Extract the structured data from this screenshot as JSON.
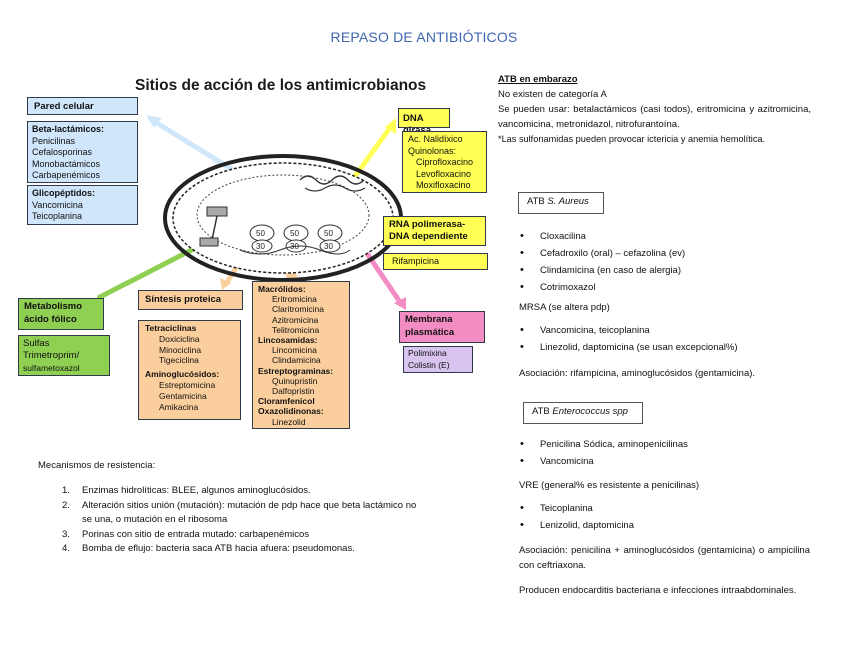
{
  "page_title": "REPASO DE ANTIBIÓTICOS",
  "diagram": {
    "title": "Sitios de acción de los antimicrobianos",
    "cell_wall": {
      "title": "Pared celular"
    },
    "betalactam": {
      "header": "Beta-lactámicos:",
      "items": [
        "Penicilinas",
        "Cefalosporinas",
        "Monobactámicos",
        "Carbapenémicos"
      ]
    },
    "glyco": {
      "header": "Glicopéptidos:",
      "items": [
        "Vancomicina",
        "Teicoplanina"
      ]
    },
    "dna_gyrase": {
      "title": "DNA girasa"
    },
    "quinolones": {
      "line1": "Ac. Nalidíxico",
      "line2": "Quinolonas:",
      "items": [
        "Ciprofloxacino",
        "Levofloxacino",
        "Moxifloxacino"
      ]
    },
    "rna_pol": {
      "title": "RNA polimerasa-DNA dependiente",
      "drug": "Rifampicina"
    },
    "folic": {
      "title": "Metabolismo ácido fólico",
      "line1": "Sulfas",
      "line2": "Trimetroprim/",
      "line3": "sulfametoxazol"
    },
    "protein": {
      "title": "Síntesis proteica"
    },
    "tetra": {
      "header": "Tetraciclinas",
      "items": [
        "Doxiciclina",
        "Minociclina",
        "Tigeciclina"
      ],
      "header2": "Aminoglucósidos:",
      "items2": [
        "Estreptomicina",
        "Gentamicina",
        "Amikacina"
      ]
    },
    "macro": {
      "groups": [
        {
          "header": "Macrólidos:",
          "items": [
            "Eritromicina",
            "Claritromicina",
            "Azitromicina",
            "Telitromicina"
          ]
        },
        {
          "header": "Lincosamidas:",
          "items": [
            "Lincomicina",
            "Clindamicina"
          ]
        },
        {
          "header": "Estreptograminas:",
          "items": [
            "Quinupristin",
            "Dalfopristin"
          ]
        },
        {
          "header": "Cloramfenicol",
          "items": []
        },
        {
          "header": "Oxazolidinonas:",
          "items": [
            "Linezolid"
          ]
        }
      ]
    },
    "membrane": {
      "title": "Membrana plasmática",
      "item1": "Polimixina",
      "item2": "Colistin (E)"
    },
    "ribo_labels": [
      "50",
      "30",
      "50",
      "30",
      "50",
      "30"
    ]
  },
  "resistance": {
    "title": "Mecanismos de resistencia:",
    "items": [
      {
        "num": "1.",
        "text": "Enzimas hidrolíticas: BLEE, algunos aminoglucósidos."
      },
      {
        "num": "2.",
        "text": "Alteración sitios unión (mutación): mutación de pdp hace que beta lactámico no se una, o mutación en el ribosoma"
      },
      {
        "num": "3.",
        "text": "Porinas con sitio de entrada mutado: carbapenémicos"
      },
      {
        "num": "4.",
        "text": "Bomba de eflujo: bacteria saca ATB hacia afuera: pseudomonas."
      }
    ]
  },
  "pregnancy": {
    "title": "ATB en embarazo",
    "line1": "No existen de categoría A",
    "line2": "Se pueden usar: betalactámicos (casi todos), eritromicina y azitromicina, vancomicina, metronidazol, nitrofurantoína.",
    "line3": "*Las sulfonamidas pueden provocar ictericia y anemia hemolítica."
  },
  "aureus": {
    "title_prefix": "ATB ",
    "title_italic": "S. Aureus",
    "items": [
      "Cloxacilina",
      "Cefadroxilo (oral) – cefazolina (ev)",
      "Clindamicina (en caso de alergia)",
      "Cotrimoxazol"
    ],
    "mrsa": "MRSA (se altera pdp)",
    "mrsa_items": [
      "Vancomicina, teicoplanina",
      "Linezolid, daptomicina (se usan excepcional%)"
    ],
    "association": "Asociación: rifampicina, aminoglucósidos (gentamicina)."
  },
  "entero": {
    "title_prefix": "ATB ",
    "title_italic": "Enterococcus spp",
    "items": [
      "Penicilina Sódica, aminopenicilinas",
      "Vancomicina"
    ],
    "vre": "VRE (general% es resistente a penicilinas)",
    "vre_items": [
      "Teicoplanina",
      "Lenizolid, daptomicina"
    ],
    "association": "Asociación: penicilina + aminoglucósidos (gentamicina) o ampicilina con ceftriaxona.",
    "closing": "Producen endocarditis bacteriana e infecciones intraabdominales."
  }
}
